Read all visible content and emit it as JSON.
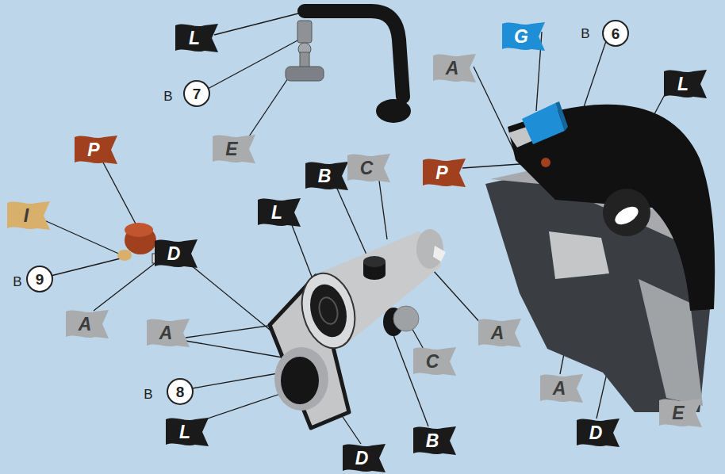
{
  "diagram": {
    "labels": [
      "L",
      "G",
      "B",
      "6",
      "A",
      "L",
      "B",
      "7",
      "P",
      "E",
      "B",
      "C",
      "P",
      "L",
      "I",
      "D",
      "B",
      "9",
      "A",
      "A",
      "A",
      "C",
      "A",
      "B",
      "8",
      "L",
      "D",
      "B",
      "D",
      "E"
    ]
  }
}
